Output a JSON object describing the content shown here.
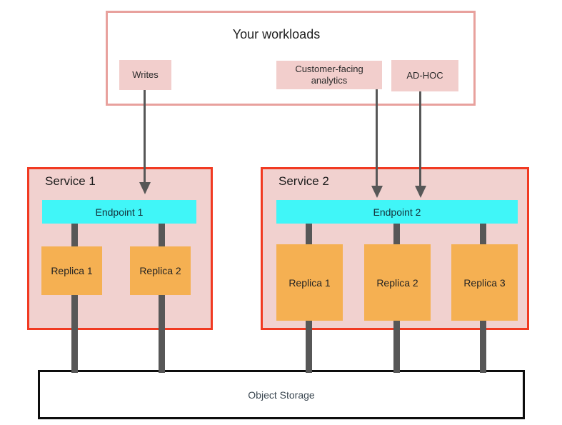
{
  "workloads": {
    "title": "Your workloads",
    "items": [
      {
        "label": "Writes"
      },
      {
        "label": "Customer-facing analytics"
      },
      {
        "label": "AD-HOC"
      }
    ]
  },
  "services": [
    {
      "title": "Service 1",
      "endpoint": "Endpoint 1",
      "replicas": [
        "Replica 1",
        "Replica 2"
      ]
    },
    {
      "title": "Service 2",
      "endpoint": "Endpoint 2",
      "replicas": [
        "Replica 1",
        "Replica 2",
        "Replica 3"
      ]
    }
  ],
  "storage": {
    "label": "Object Storage"
  },
  "colors": {
    "salmon": "#e8a19d",
    "pink-label": "#f2cecc",
    "pink-fill": "#f1d1cf",
    "red": "#f13a22",
    "cyan": "#40f6f8",
    "orange": "#f5b052",
    "gray": "#575757",
    "black": "#0d0d0d",
    "text": "#262626",
    "storage-text": "#3c4852"
  }
}
